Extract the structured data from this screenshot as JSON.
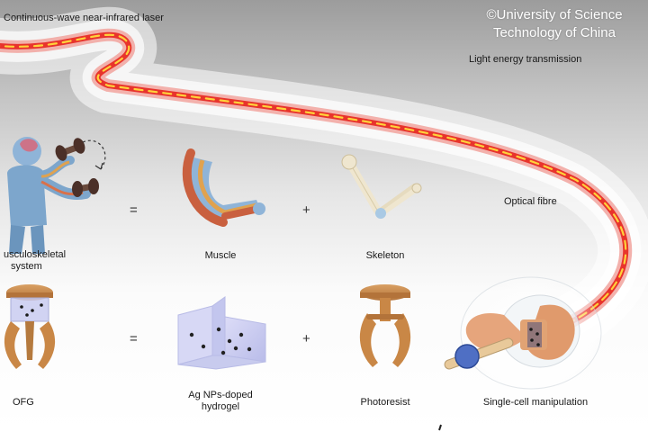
{
  "labels": {
    "laser": "Continuous-wave near-infrared laser",
    "light_transmission": "Light energy transmission",
    "optical_fibre": "Optical fibre",
    "musculoskeletal_line1": "usculoskeletal",
    "musculoskeletal_line2": "system",
    "muscle": "Muscle",
    "skeleton": "Skeleton",
    "ofg": "OFG",
    "ag_line1": "Ag NPs-doped",
    "ag_line2": "hydrogel",
    "photoresist": "Photoresist",
    "single_cell": "Single-cell manipulation"
  },
  "operators": {
    "equals": "=",
    "plus": "+"
  },
  "credit": {
    "line1": "©University of Science",
    "line2": "Technology of China"
  },
  "colors": {
    "fiber_glow": "#ffffff",
    "laser_core": "#e8342c",
    "laser_dash": "#ffd23a",
    "gripper": "#c98746",
    "hydrogel": "#c9cbf0",
    "bone": "#efe6cf",
    "muscle": "#c9603f",
    "figure": "#7da6cc"
  }
}
